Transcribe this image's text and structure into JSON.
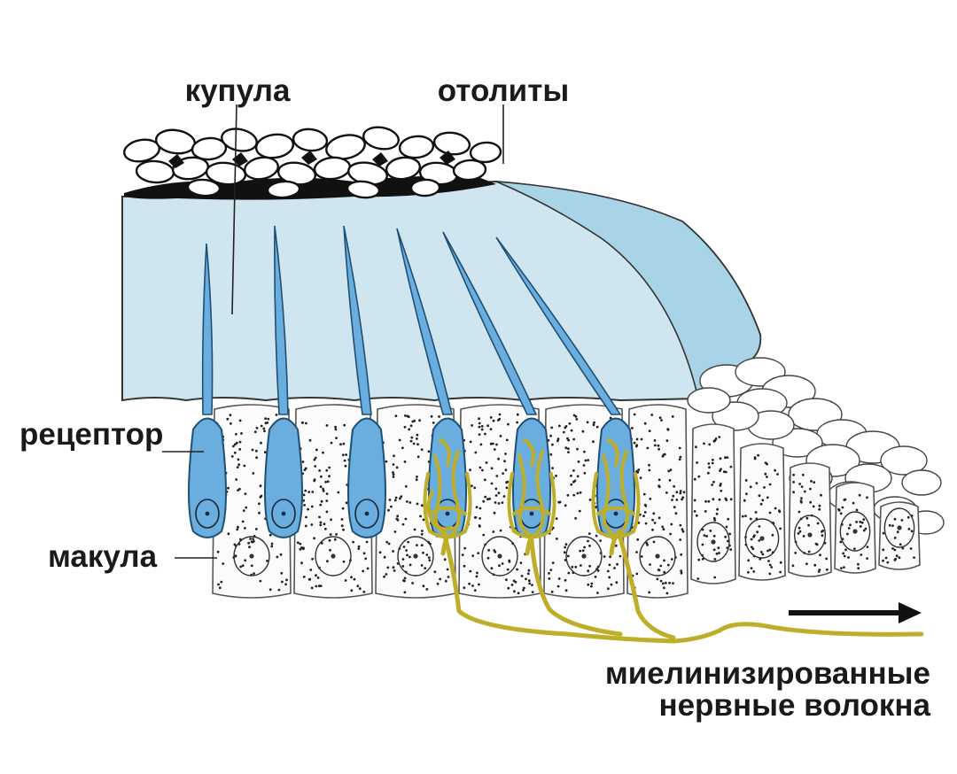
{
  "labels": {
    "cupula": "купула",
    "otoliths": "отолиты",
    "receptor": "рецептор",
    "macula": "макула",
    "fibers_line1": "миелинизированные",
    "fibers_line2": "нервные волокна"
  },
  "colors": {
    "cupula_fill": "#cfe6f0",
    "cupula_dark": "#a9d3e6",
    "receptor_fill": "#6aaedf",
    "receptor_stroke": "#1f4f73",
    "nerve": "#bfae2a",
    "cell_fill": "#fbfbfb",
    "dots": "#222222"
  }
}
